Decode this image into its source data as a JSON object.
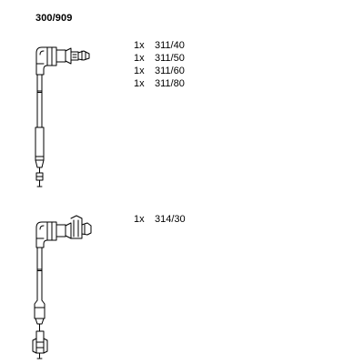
{
  "title": "300/909",
  "lead_set_1": {
    "parts": [
      {
        "qty": "1x",
        "code": "311/40"
      },
      {
        "qty": "1x",
        "code": "311/50"
      },
      {
        "qty": "1x",
        "code": "311/60"
      },
      {
        "qty": "1x",
        "code": "311/80"
      }
    ]
  },
  "lead_set_2": {
    "parts": [
      {
        "qty": "1x",
        "code": "314/30"
      }
    ]
  }
}
